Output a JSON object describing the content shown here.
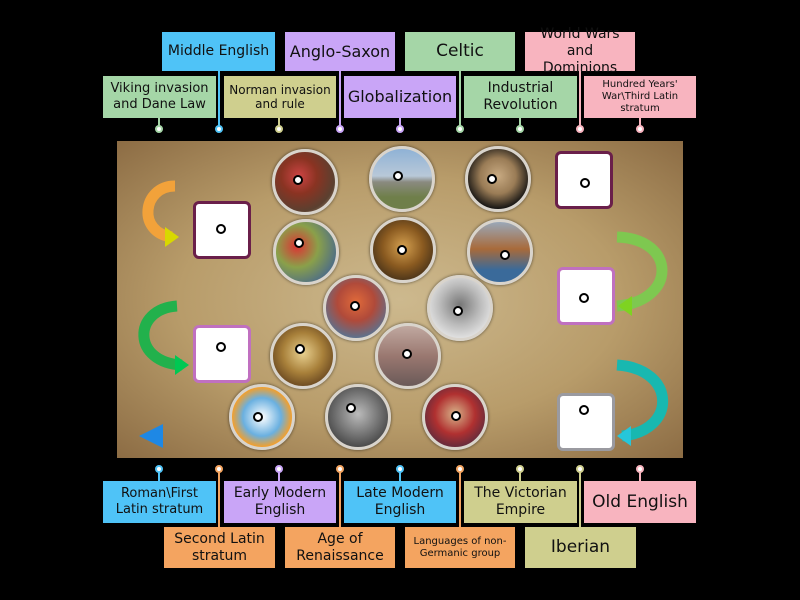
{
  "top_labels": [
    {
      "id": "middle-english",
      "text": "Middle English",
      "color": "#4fc3f7"
    },
    {
      "id": "anglo-saxon",
      "text": "Anglo-Saxon",
      "color": "#c9a5f7"
    },
    {
      "id": "celtic",
      "text": "Celtic",
      "color": "#a5d6a7"
    },
    {
      "id": "world-wars",
      "text": "World Wars and Dominions",
      "color": "#f8b4bf"
    },
    {
      "id": "viking",
      "text": "Viking invasion and Dane Law",
      "color": "#a5d6a7"
    },
    {
      "id": "norman",
      "text": "Norman invasion and rule",
      "color": "#cfcf8e"
    },
    {
      "id": "globalization",
      "text": "Globalization",
      "color": "#c9a5f7"
    },
    {
      "id": "industrial",
      "text": "Industrial Revolution",
      "color": "#a5d6a7"
    },
    {
      "id": "hundred-years",
      "text": "Hundred Years' War\\Third Latin stratum",
      "color": "#f8b4bf"
    }
  ],
  "bottom_labels": [
    {
      "id": "roman",
      "text": "Roman\\First Latin stratum",
      "color": "#4fc3f7"
    },
    {
      "id": "early-modern",
      "text": "Early Modern English",
      "color": "#c9a5f7"
    },
    {
      "id": "late-modern",
      "text": "Late Modern English",
      "color": "#4fc3f7"
    },
    {
      "id": "victorian",
      "text": "The Victorian Empire",
      "color": "#cfcf8e"
    },
    {
      "id": "old-english",
      "text": "Old English",
      "color": "#f8b4bf"
    },
    {
      "id": "second-latin",
      "text": "Second Latin stratum",
      "color": "#f4a460"
    },
    {
      "id": "renaissance",
      "text": "Age of Renaissance",
      "color": "#f4a460"
    },
    {
      "id": "non-germanic",
      "text": "Languages of non-Germanic group",
      "color": "#f4a460"
    },
    {
      "id": "iberian",
      "text": "Iberian",
      "color": "#cfcf8e"
    }
  ],
  "board": {
    "pictures": [
      {
        "id": "roman-soldiers",
        "icon": "roman-soldiers-image"
      },
      {
        "id": "stonehenge",
        "icon": "stonehenge-image"
      },
      {
        "id": "lady-of-elche",
        "icon": "bust-sculpture-image"
      },
      {
        "id": "battle-flags",
        "icon": "battle-image"
      },
      {
        "id": "monk",
        "icon": "monk-portrait-image"
      },
      {
        "id": "viking-ship",
        "icon": "viking-ship-image"
      },
      {
        "id": "renaissance-crowd",
        "icon": "crowd-painting-image"
      },
      {
        "id": "king-engraving",
        "icon": "king-engraving-image"
      },
      {
        "id": "elizabeth",
        "icon": "queen-portrait-image"
      },
      {
        "id": "factory",
        "icon": "factory-image"
      },
      {
        "id": "globe-map",
        "icon": "world-map-image"
      },
      {
        "id": "soldiers",
        "icon": "war-photo-image"
      },
      {
        "id": "victoria",
        "icon": "queen-victoria-image"
      }
    ],
    "empty_slots": [
      "slot-1",
      "slot-2",
      "slot-3",
      "slot-4",
      "slot-5"
    ]
  }
}
